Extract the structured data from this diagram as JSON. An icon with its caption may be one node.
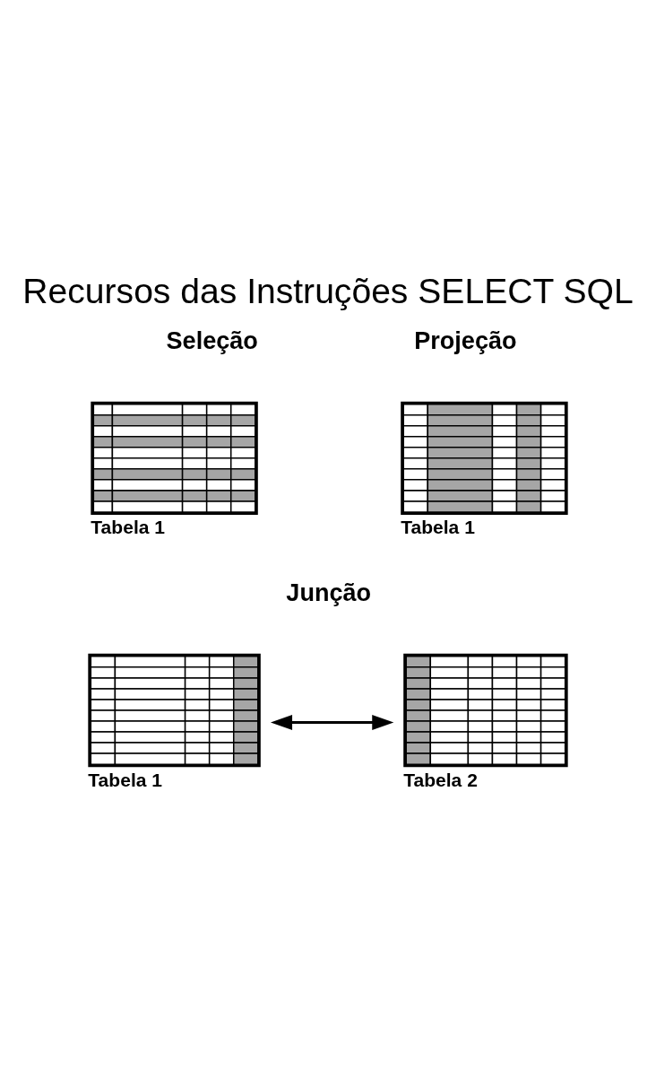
{
  "diagram": {
    "title": "Recursos das Instruções SELECT SQL",
    "nodes": [
      {
        "text": [],
        "shape": "table",
        "beside": [
          "Tabela 1"
        ]
      },
      {
        "text": [],
        "shape": "table",
        "beside": [
          "Tabela 1"
        ]
      },
      {
        "text": [],
        "shape": "table",
        "beside": [
          "Tabela 1"
        ]
      },
      {
        "text": [],
        "shape": "table",
        "beside": [
          "Tabela 2"
        ]
      }
    ],
    "edges": [
      {
        "from": 2,
        "to": 3,
        "arrow": "both"
      }
    ],
    "labels": [
      "Seleção",
      "Projeção",
      "Junção"
    ]
  }
}
